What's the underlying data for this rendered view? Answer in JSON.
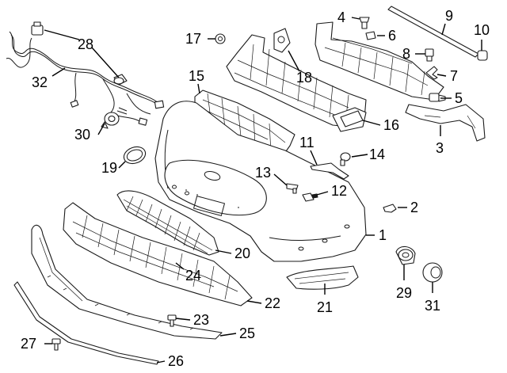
{
  "callouts": {
    "c1": "1",
    "c2": "2",
    "c3": "3",
    "c4": "4",
    "c5": "5",
    "c6": "6",
    "c7": "7",
    "c8": "8",
    "c9": "9",
    "c10": "10",
    "c11": "11",
    "c12": "12",
    "c13": "13",
    "c14": "14",
    "c15": "15",
    "c16": "16",
    "c17": "17",
    "c18": "18",
    "c19": "19",
    "c20": "20",
    "c21": "21",
    "c22": "22",
    "c23": "23",
    "c24": "24",
    "c25": "25",
    "c26": "26",
    "c27": "27",
    "c28": "28",
    "c29": "29",
    "c30": "30",
    "c31": "31",
    "c32": "32"
  },
  "line_color": "#1a1a1a",
  "background": "#ffffff"
}
